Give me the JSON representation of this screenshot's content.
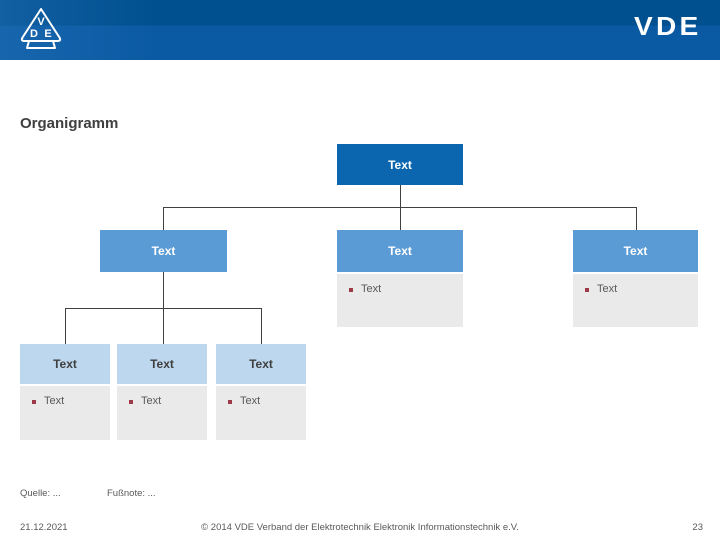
{
  "header": {
    "wordmark": "VDE",
    "logo_letters": {
      "v": "V",
      "d": "D",
      "e": "E"
    },
    "colors": {
      "bar_top": "#004f8e",
      "bar_bottom": "#0a5aa3"
    }
  },
  "slide": {
    "title": "Organigramm",
    "page_number": "23",
    "date": "21.12.2021",
    "copyright": "© 2014 VDE Verband der Elektrotechnik Elektronik Informationstechnik e.V.",
    "source_label": "Quelle: ...",
    "footnote_label": "Fußnote: ..."
  },
  "orgchart": {
    "root": {
      "label": "Text"
    },
    "level2": [
      {
        "label": "Text",
        "bullets": []
      },
      {
        "label": "Text",
        "bullets": [
          "Text"
        ]
      },
      {
        "label": "Text",
        "bullets": [
          "Text"
        ]
      }
    ],
    "level3": [
      {
        "label": "Text",
        "bullets": [
          "Text"
        ]
      },
      {
        "label": "Text",
        "bullets": [
          "Text"
        ]
      },
      {
        "label": "Text",
        "bullets": [
          "Text"
        ]
      }
    ],
    "colors": {
      "root_box": "#0b66af",
      "level2_box": "#5b9bd5",
      "level3_box": "#bdd7ee",
      "bullet_panel": "#eaeaea",
      "bullet_marker": "#9c3a4a",
      "connector": "#404040"
    }
  }
}
